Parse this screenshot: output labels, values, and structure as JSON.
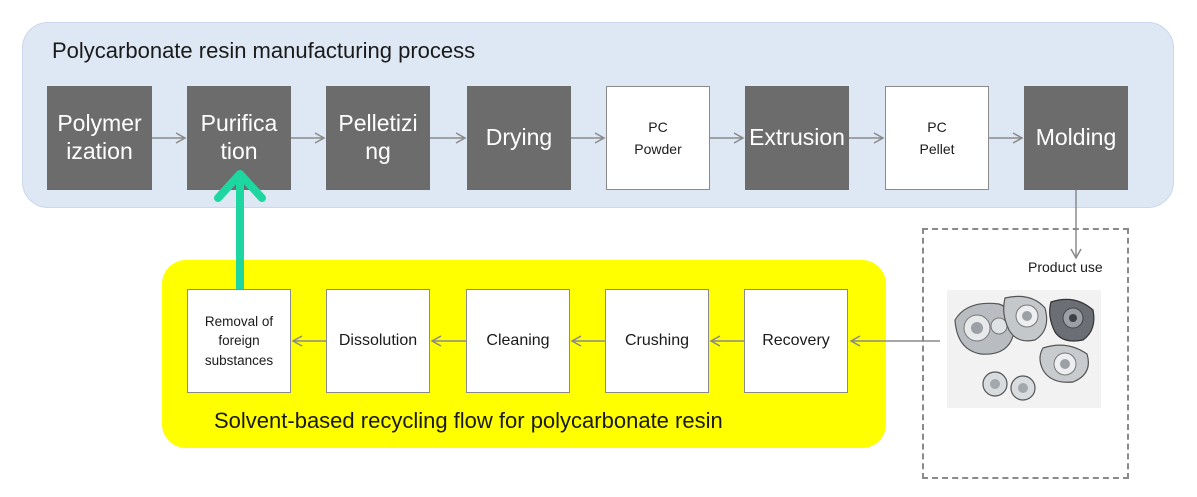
{
  "manufacturing": {
    "title": "Polycarbonate resin manufacturing process",
    "steps": [
      {
        "label": "Polymer\nization",
        "style": "dark"
      },
      {
        "label": "Purifica\ntion",
        "style": "dark"
      },
      {
        "label": "Pelletizi\nng",
        "style": "dark"
      },
      {
        "label": "Drying",
        "style": "dark"
      },
      {
        "label": "PC\nPowder",
        "style": "light"
      },
      {
        "label": "Extrusion",
        "style": "dark"
      },
      {
        "label": "PC\nPellet",
        "style": "light"
      },
      {
        "label": "Molding",
        "style": "dark"
      }
    ]
  },
  "product": {
    "label": "Product use",
    "image": "headlamp-photo"
  },
  "recycling": {
    "title": "Solvent-based recycling flow for polycarbonate resin",
    "steps": [
      {
        "label": "Removal of\nforeign\nsubstances"
      },
      {
        "label": "Dissolution"
      },
      {
        "label": "Cleaning"
      },
      {
        "label": "Crushing"
      },
      {
        "label": "Recovery"
      }
    ]
  },
  "colors": {
    "top_band": "#dde8f4",
    "dark_box": "#6c6c6c",
    "recycle_band": "#ffff00",
    "return_arrow": "#1ed6a0",
    "connector": "#8a8a8a"
  }
}
